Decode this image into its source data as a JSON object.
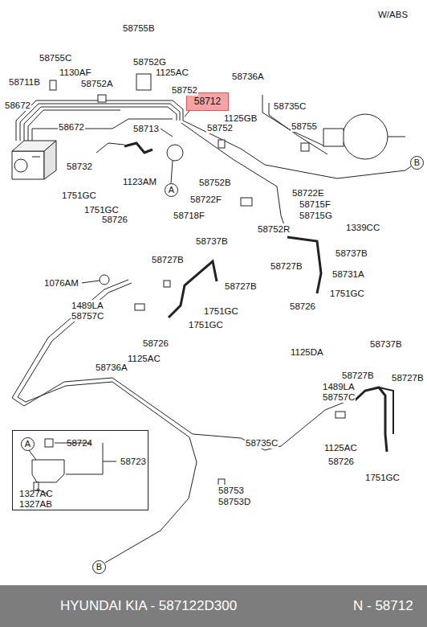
{
  "diagram": {
    "nodes": [
      {
        "text": [
          "58712"
        ]
      },
      {
        "text": [
          "A"
        ]
      },
      {
        "text": [
          "B"
        ]
      },
      {
        "text": [
          "B"
        ]
      },
      {
        "text": [
          "58724",
          "58723",
          "1327AC 1327AB"
        ]
      },
      {
        "text": [
          "A"
        ],
        "in": 4
      },
      {
        "text": [
          "HYUNDAI KIA - 587122D300",
          "N - 58712"
        ]
      }
    ],
    "labels": [
      "W/ABS",
      "58755B",
      "58755C",
      "58752G",
      "1130AF",
      "1125AC",
      "58711B",
      "58752A",
      "58736A",
      "58752",
      "58672",
      "58735C",
      "1125GB",
      "58672",
      "58713",
      "58752",
      "58755",
      "58732",
      "1123AM",
      "58752B",
      "1751GC",
      "58722E",
      "58722F",
      "58715F",
      "1751GC",
      "58715G",
      "58718F",
      "58726",
      "1339CC",
      "58752R",
      "58737B",
      "58737B",
      "58727B",
      "58727B",
      "58731A",
      "1076AM",
      "58727B",
      "1751GC",
      "58726",
      "1489LA",
      "58757C",
      "1751GC",
      "1751GC",
      "58726",
      "1125AC",
      "58736A",
      "1125DA",
      "58737B",
      "58727B",
      "58727B",
      "1489LA",
      "58757C",
      "58735C",
      "1125AC",
      "58726",
      "1751GC",
      "58753",
      "58753D"
    ]
  }
}
